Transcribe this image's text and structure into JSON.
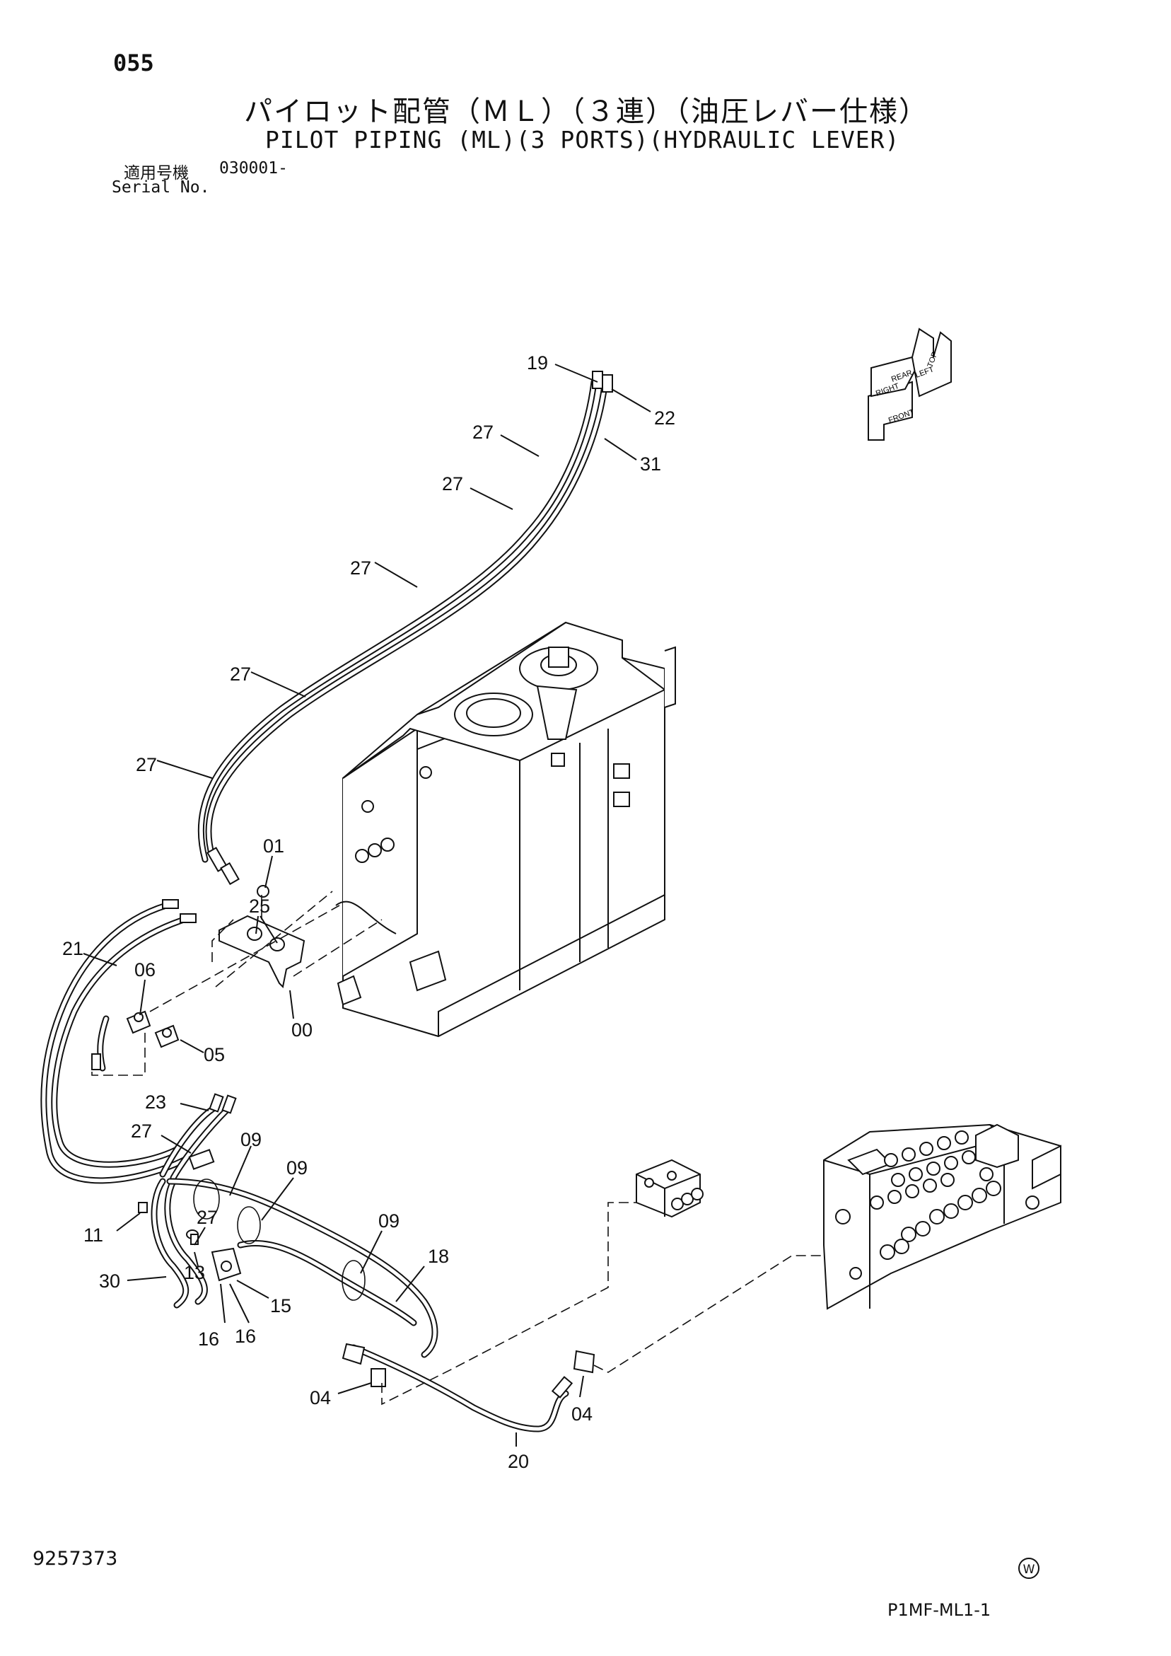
{
  "header": {
    "page_number": "055",
    "title_jp": "パイロット配管（ＭＬ）（３連）（油圧レバー仕様）",
    "title_en": "PILOT PIPING (ML)(3 PORTS)(HYDRAULIC LEVER)",
    "serial_label_jp": "適用号機",
    "serial_value": "030001-",
    "serial_label_en": "Serial No."
  },
  "footer": {
    "drawing_number": "9257373",
    "copyright_mark": "W",
    "sheet_code": "P1MF-ML1-1"
  },
  "orientation_arrow": {
    "labels": [
      "RIGHT",
      "FRONT",
      "LEFT",
      "REAR",
      "TOP"
    ]
  },
  "callouts": [
    {
      "id": "c19",
      "text": "19"
    },
    {
      "id": "c22",
      "text": "22"
    },
    {
      "id": "c31",
      "text": "31"
    },
    {
      "id": "c27a",
      "text": "27"
    },
    {
      "id": "c27b",
      "text": "27"
    },
    {
      "id": "c27c",
      "text": "27"
    },
    {
      "id": "c27d",
      "text": "27"
    },
    {
      "id": "c27e",
      "text": "27"
    },
    {
      "id": "c01",
      "text": "01"
    },
    {
      "id": "c25",
      "text": "25"
    },
    {
      "id": "c21",
      "text": "21"
    },
    {
      "id": "c06",
      "text": "06"
    },
    {
      "id": "c05",
      "text": "05"
    },
    {
      "id": "c00",
      "text": "00"
    },
    {
      "id": "c23",
      "text": "23"
    },
    {
      "id": "c27f",
      "text": "27"
    },
    {
      "id": "c09a",
      "text": "09"
    },
    {
      "id": "c09b",
      "text": "09"
    },
    {
      "id": "c09c",
      "text": "09"
    },
    {
      "id": "c11",
      "text": "11"
    },
    {
      "id": "c27g",
      "text": "27"
    },
    {
      "id": "c13",
      "text": "13"
    },
    {
      "id": "c30",
      "text": "30"
    },
    {
      "id": "c15",
      "text": "15"
    },
    {
      "id": "c16a",
      "text": "16"
    },
    {
      "id": "c16b",
      "text": "16"
    },
    {
      "id": "c18",
      "text": "18"
    },
    {
      "id": "c04a",
      "text": "04"
    },
    {
      "id": "c04b",
      "text": "04"
    },
    {
      "id": "c20",
      "text": "20"
    }
  ]
}
